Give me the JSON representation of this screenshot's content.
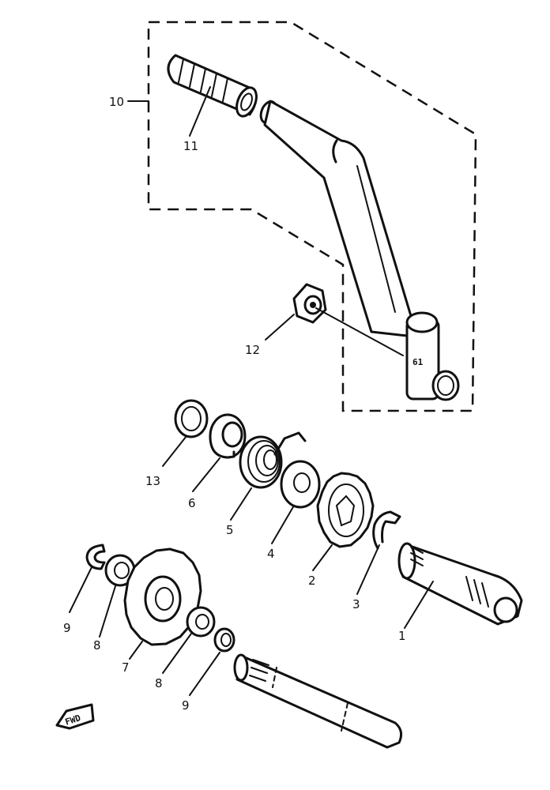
{
  "labels": {
    "p1": "1",
    "p2": "2",
    "p3": "3",
    "p4": "4",
    "p5": "5",
    "p6": "6",
    "p7": "7",
    "p8a": "8",
    "p8b": "8",
    "p9a": "9",
    "p9b": "9",
    "p10": "10",
    "p11": "11",
    "p12": "12",
    "p13": "13"
  },
  "forward_marker": "FWD",
  "ink_color": "#111111",
  "background": "#ffffff"
}
